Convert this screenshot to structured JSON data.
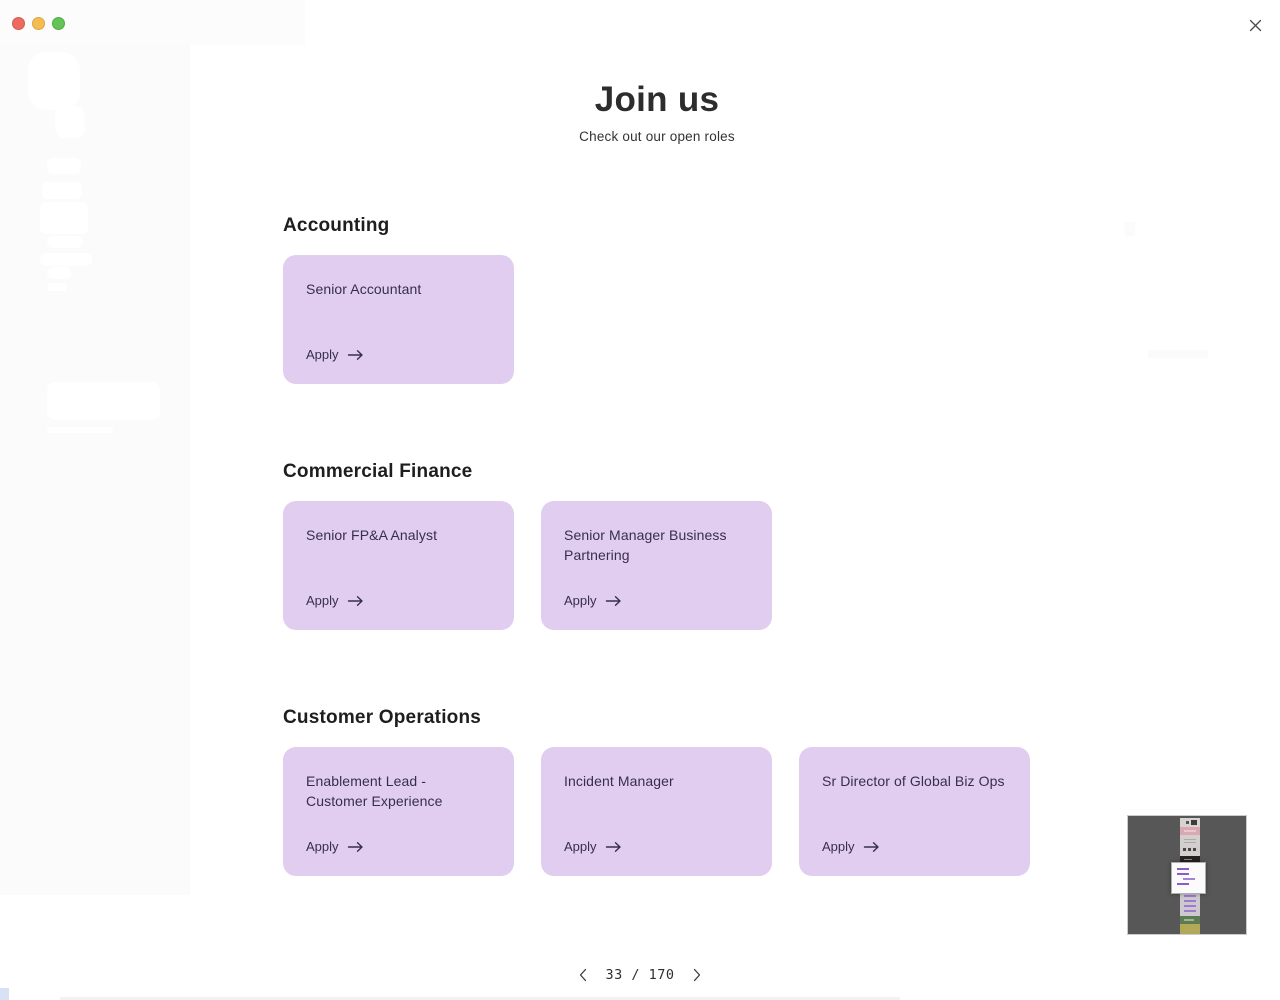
{
  "window": {
    "controls": [
      {
        "name": "close",
        "color": "#ee6a5f"
      },
      {
        "name": "minimize",
        "color": "#f5bd4f"
      },
      {
        "name": "zoom",
        "color": "#61c454"
      }
    ]
  },
  "overlay": {
    "title": "Join us",
    "subtitle": "Check out our open roles"
  },
  "sections": [
    {
      "name": "Accounting",
      "jobs": [
        {
          "title": "Senior Accountant"
        }
      ]
    },
    {
      "name": "Commercial Finance",
      "jobs": [
        {
          "title": "Senior FP&A Analyst"
        },
        {
          "title": "Senior Manager Business Partnering"
        }
      ]
    },
    {
      "name": "Customer Operations",
      "jobs": [
        {
          "title": "Enablement Lead - Customer Experience"
        },
        {
          "title": "Incident Manager"
        },
        {
          "title": "Sr Director of Global Biz Ops"
        }
      ]
    }
  ],
  "card_cta": "Apply",
  "pagination": {
    "current": "33",
    "total": "170",
    "display": "33 / 170"
  },
  "colors": {
    "page_background": "#ffffff",
    "card_background": "#e1cdf0",
    "card_text": "#372e4d",
    "heading_text": "#1e1e1e",
    "minimap_background": "#575757",
    "traffic_red": "#ee6a5f",
    "traffic_yellow": "#f5bd4f",
    "traffic_green": "#61c454"
  }
}
